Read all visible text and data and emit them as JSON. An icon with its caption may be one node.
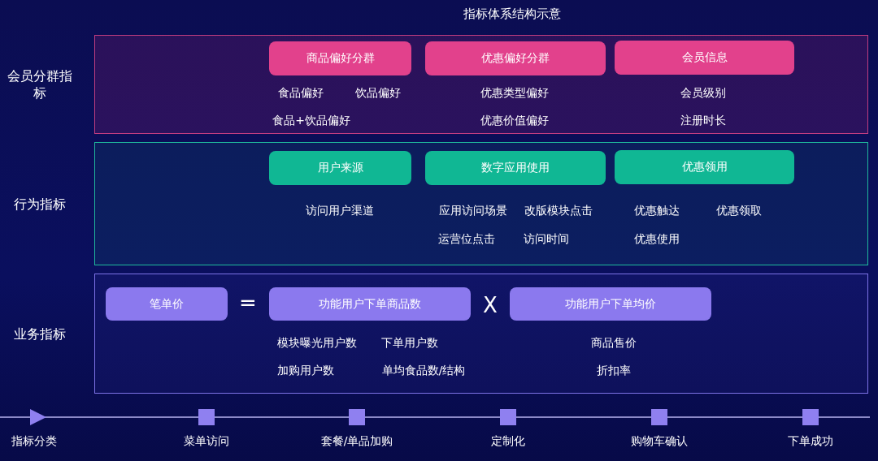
{
  "diagram": {
    "title": "指标体系结构示意",
    "nodes": [
      {
        "text": [
          "会员分群指标"
        ]
      },
      {
        "text": [
          "商品偏好分群"
        ],
        "in": 0
      },
      {
        "text": [
          "优惠偏好分群"
        ],
        "in": 0
      },
      {
        "text": [
          "会员信息"
        ],
        "in": 0
      },
      {
        "text": [
          "行为指标"
        ]
      },
      {
        "text": [
          "用户来源"
        ],
        "in": 4
      },
      {
        "text": [
          "数字应用使用"
        ],
        "in": 4
      },
      {
        "text": [
          "优惠领用"
        ],
        "in": 4
      },
      {
        "text": [
          "业务指标"
        ]
      },
      {
        "text": [
          "笔单价"
        ],
        "in": 8
      },
      {
        "text": [
          "功能用户下单商品数"
        ],
        "in": 8
      },
      {
        "text": [
          "功能用户下单均价"
        ],
        "in": 8
      },
      {
        "text": [],
        "shape": "triangle",
        "beside": [
          "指标分类"
        ]
      },
      {
        "text": [],
        "shape": "box",
        "beside": [
          "菜单访问"
        ]
      },
      {
        "text": [],
        "shape": "box",
        "beside": [
          "套餐/单品加购"
        ]
      },
      {
        "text": [],
        "shape": "box",
        "beside": [
          "定制化"
        ]
      },
      {
        "text": [],
        "shape": "box",
        "beside": [
          "购物车确认"
        ]
      },
      {
        "text": [],
        "shape": "box",
        "beside": [
          "下单成功"
        ]
      }
    ],
    "labels": [
      "食品偏好",
      "饮品偏好",
      "优惠类型偏好",
      "会员级别",
      "食品+饮品偏好",
      "优惠价值偏好",
      "注册时长",
      "访问用户渠道",
      "应用访问场景",
      "改版模块点击",
      "优惠触达",
      "优惠领取",
      "运营位点击",
      "访问时间",
      "优惠使用",
      "=",
      "X",
      "模块曝光用户数",
      "下单用户数",
      "商品售价",
      "加购用户数",
      "单均食品数/结构",
      "折扣率"
    ]
  }
}
